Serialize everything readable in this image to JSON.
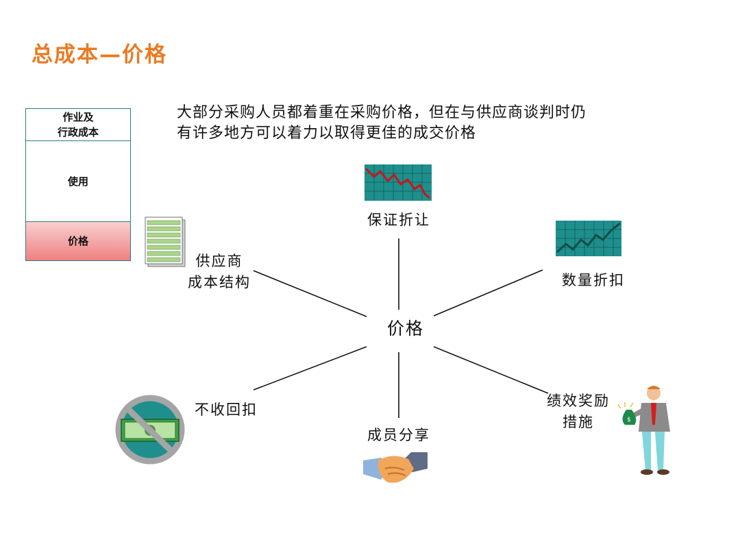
{
  "slide": {
    "title": "总成本—价格",
    "intro_line1": "大部分采购人员都着重在采购价格，但在与供应商谈判时仍",
    "intro_line2": "有许多地方可以着力以取得更佳的成交价格"
  },
  "cost_stack": {
    "top_line1": "作业及",
    "top_line2": "行政成本",
    "middle": "使用",
    "bottom": "价格"
  },
  "diagram": {
    "center": "价格",
    "guarantee_discount": "保证折让",
    "volume_discount": "数量折扣",
    "supplier_cost_line1": "供应商",
    "supplier_cost_line2": "成本结构",
    "no_kickback": "不收回扣",
    "member_sharing": "成员分享",
    "incentive_line1": "绩效奖励",
    "incentive_line2": "措施"
  },
  "colors": {
    "title": "#ea7a22",
    "stack_border": "#2b7f80",
    "price_box_gradient": [
      "#f7c2c2",
      "#ef7f7f"
    ],
    "chart_bg": "#1f8f8d",
    "chart_line_down": "#c8151b",
    "chart_line_up": "#0f4d4a"
  },
  "icons": {
    "guarantee_discount": "declining-chart-icon",
    "volume_discount": "rising-chart-icon",
    "supplier_cost": "spreadsheet-icon",
    "no_kickback": "no-money-icon",
    "member_sharing": "handshake-icon",
    "incentive": "businessman-money-bag-icon"
  }
}
